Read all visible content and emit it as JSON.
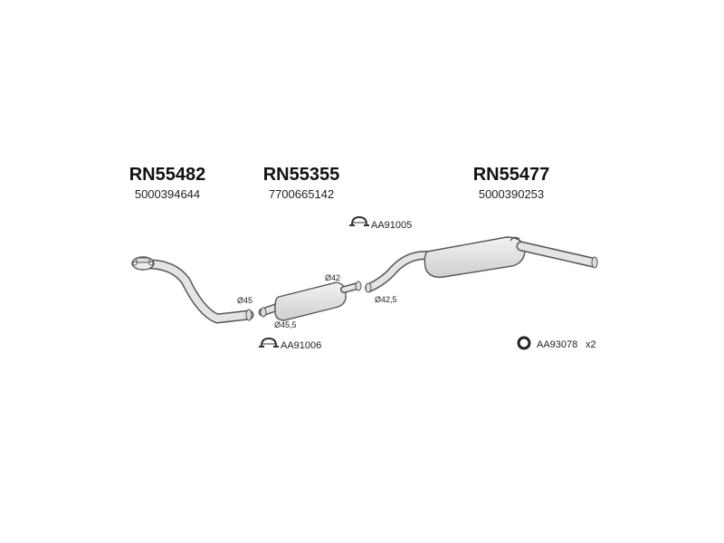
{
  "parts": [
    {
      "code": "RN55482",
      "oem": "5000394644"
    },
    {
      "code": "RN55355",
      "oem": "7700665142"
    },
    {
      "code": "RN55477",
      "oem": "5000390253"
    }
  ],
  "diameters": {
    "front_pipe": "Ø45",
    "mid_in": "Ø42",
    "mid_out": "Ø45,5",
    "rear_in": "Ø42,5"
  },
  "accessories": {
    "clamp_top": "AA91005",
    "clamp_bottom": "AA91006",
    "ring": "AA93078",
    "ring_qty": "x2"
  },
  "colors": {
    "stroke": "#555555",
    "fill": "#dedede"
  }
}
